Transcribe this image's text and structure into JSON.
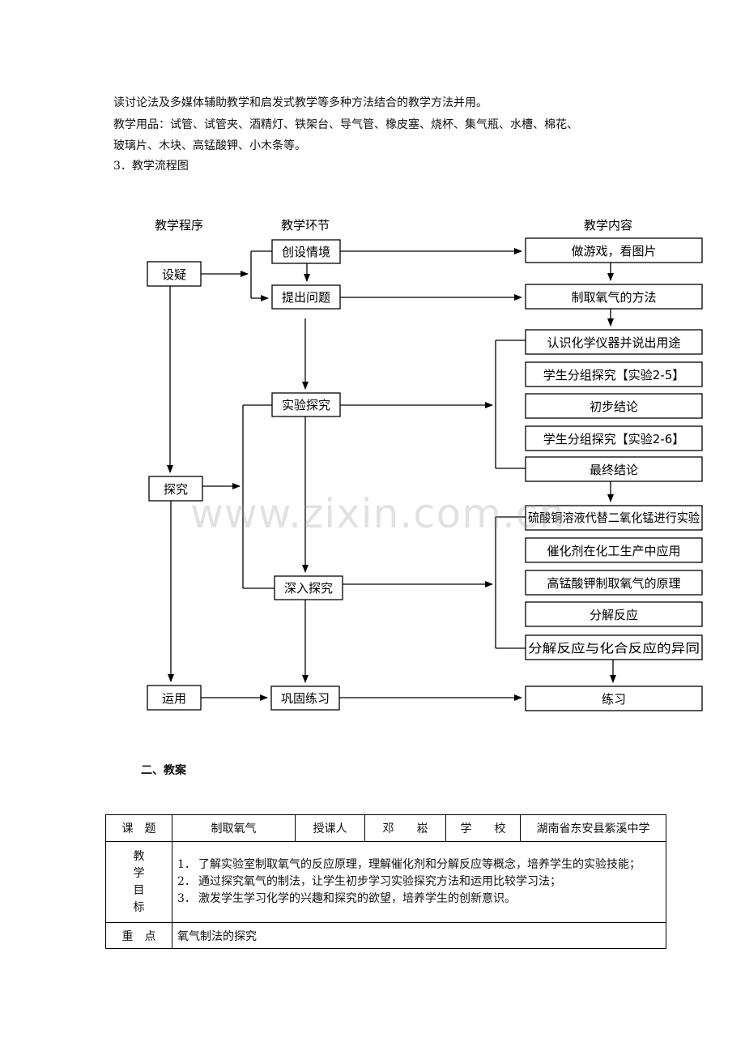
{
  "intro": {
    "line1": "读讨论法及多媒体辅助教学和启发式教学等多种方法结合的教学方法并用。",
    "line2": "教学用品：试管、试管夹、酒精灯、铁架台、导气管、橡皮塞、烧杯、集气瓶、水槽、棉花、",
    "line3": "玻璃片、木块、高锰酸钾、小木条等。",
    "line4": "3．教学流程图"
  },
  "flow": {
    "headers": [
      "教学程序",
      "教学环节",
      "教学内容"
    ],
    "procedures": [
      "设疑",
      "探究",
      "运用"
    ],
    "stages": [
      "创设情境",
      "提出问题",
      "实验探究",
      "深入探究",
      "巩固练习"
    ],
    "contents": [
      "做游戏，看图片",
      "制取氧气的方法",
      "认识化学仪器并说出用途",
      "学生分组探究【实验2-5】",
      "初步结论",
      "学生分组探究【实验2-6】",
      "最终结论",
      "硫酸铜溶液代替二氧化锰进行实验",
      "催化剂在化工生产中应用",
      "高锰酸钾制取氧气的原理",
      "分解反应",
      "分解反应与化合反应的异同",
      "练习"
    ]
  },
  "watermark": "www.zixin.com.cn",
  "section_title": "二、教案",
  "table": {
    "row1": [
      "课　题",
      "制取氧气",
      "授课人",
      "邓　　崧",
      "学　　校",
      "湖南省东安县紫溪中学"
    ],
    "goals_label": [
      "教",
      "学",
      "目",
      "标"
    ],
    "goals": [
      {
        "num": "1．",
        "text": "了解实验室制取氧气的反应原理，理解催化剂和分解反应等概念，培养学生的实验技能；"
      },
      {
        "num": "2．",
        "text": "通过探究氧气的制法，让学生初步学习实验探究方法和运用比较学习法；"
      },
      {
        "num": "3．",
        "text": "激发学生学习化学的兴趣和探究的欲望，培养学生的创新意识。"
      }
    ],
    "key_label": "重　点",
    "key_text": "氧气制法的探究"
  }
}
